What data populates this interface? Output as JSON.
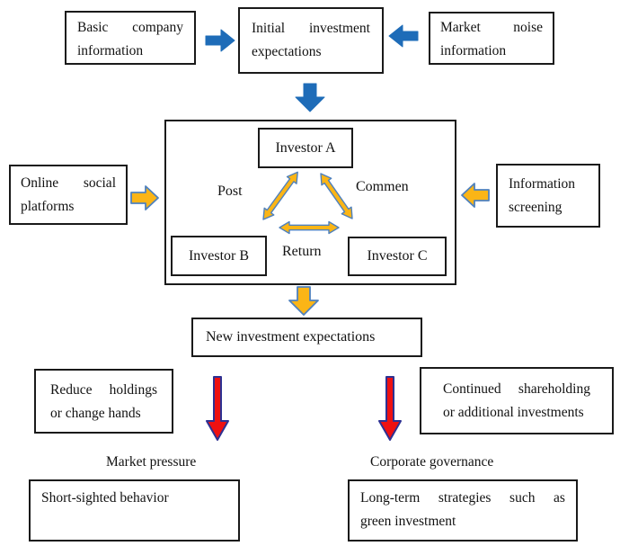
{
  "colors": {
    "blue": "#1e6cb8",
    "gold": "#fbb516",
    "gold_outline": "#4f81bd",
    "red": "#ee1111",
    "red_outline": "#2e3192",
    "box_border": "#1a1a1a",
    "text": "#121212"
  },
  "top": {
    "basic_company": [
      "Basic company",
      "information"
    ],
    "initial_expectations": [
      "Initial investment",
      "expectations"
    ],
    "market_noise": [
      "Market noise",
      "information"
    ]
  },
  "network": {
    "online_social": [
      "Online social",
      "platforms"
    ],
    "information_screening": [
      "Information",
      "screening"
    ],
    "investor_a": "Investor A",
    "investor_b": "Investor B",
    "investor_c": "Investor C",
    "edge_post": "Post",
    "edge_comment": "Commen",
    "edge_return": "Return"
  },
  "outcome": {
    "new_expectations": "New investment expectations"
  },
  "left_branch": {
    "action": [
      "Reduce holdings",
      "or change hands"
    ],
    "mechanism": "Market pressure",
    "result": "Short-sighted behavior"
  },
  "right_branch": {
    "action": [
      "Continued shareholding",
      "or additional investments"
    ],
    "mechanism": "Corporate governance",
    "result": [
      "Long-term strategies such as",
      "green investment"
    ]
  }
}
